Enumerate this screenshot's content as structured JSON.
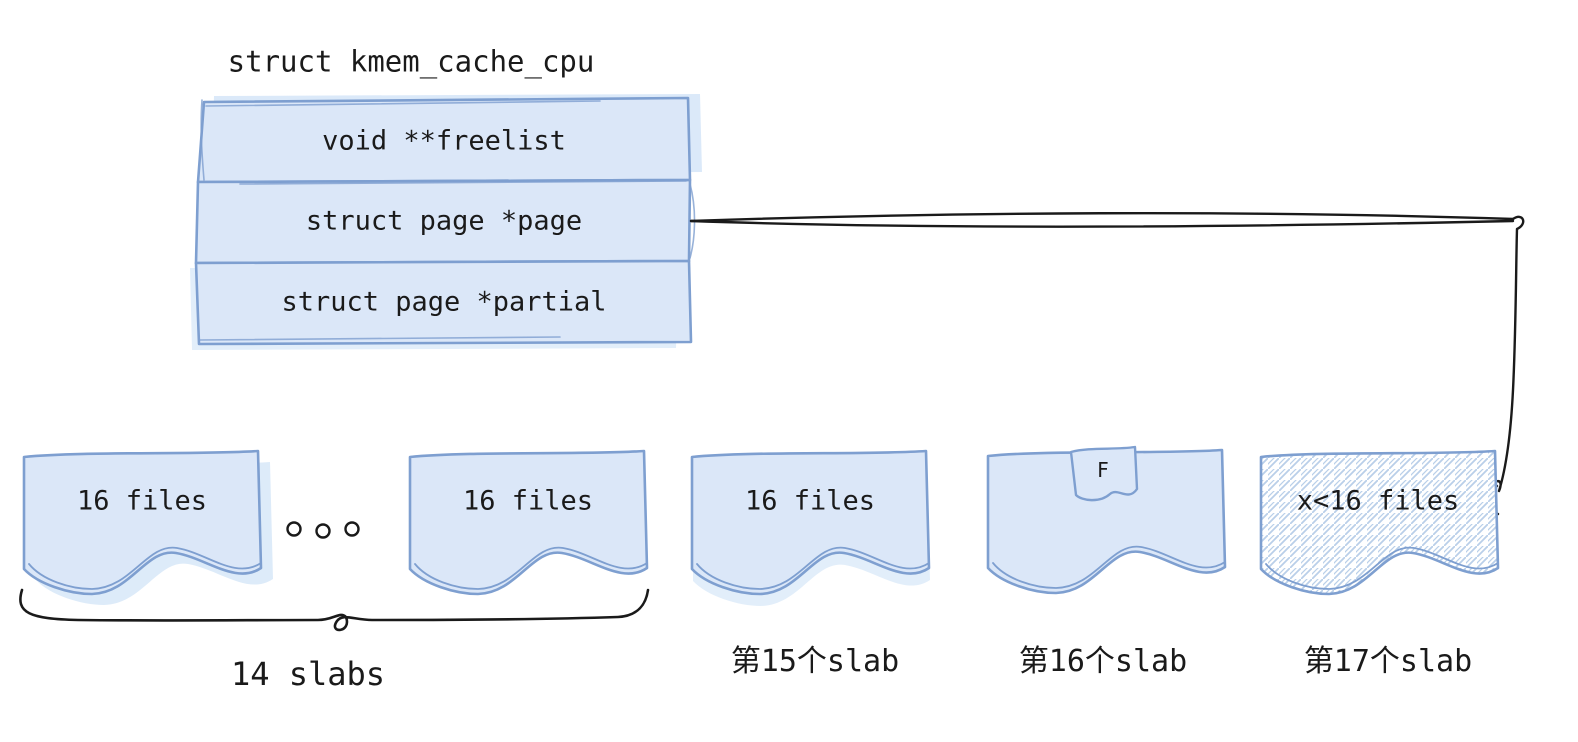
{
  "diagram": {
    "struct": {
      "title": "struct kmem_cache_cpu",
      "fields": [
        {
          "label": "void **freelist"
        },
        {
          "label": "struct page *page"
        },
        {
          "label": "struct page *partial"
        }
      ]
    },
    "slab_group": {
      "slabs": [
        {
          "label": "16 files"
        },
        {
          "label": "16 files"
        }
      ],
      "brace_label": "14 slabs"
    },
    "slab15": {
      "label": "16 files",
      "caption": "第15个slab"
    },
    "slab16": {
      "tab_label": "F",
      "caption": "第16个slab"
    },
    "slab17": {
      "label": "x<16 files",
      "caption": "第17个slab"
    },
    "icons": {
      "ellipsis": "three-small-circles",
      "pointer_arrow": "curved-arrow-page-field-to-slab17",
      "brace": "horizontal-curly-brace"
    },
    "colors": {
      "slab_fill": "#dbe7f8",
      "slab_stroke": "#7e9fd0",
      "hatch_stroke": "#b9cfe9",
      "ink": "#1a1a1a",
      "shadow_fill": "#cfe2f7"
    }
  }
}
